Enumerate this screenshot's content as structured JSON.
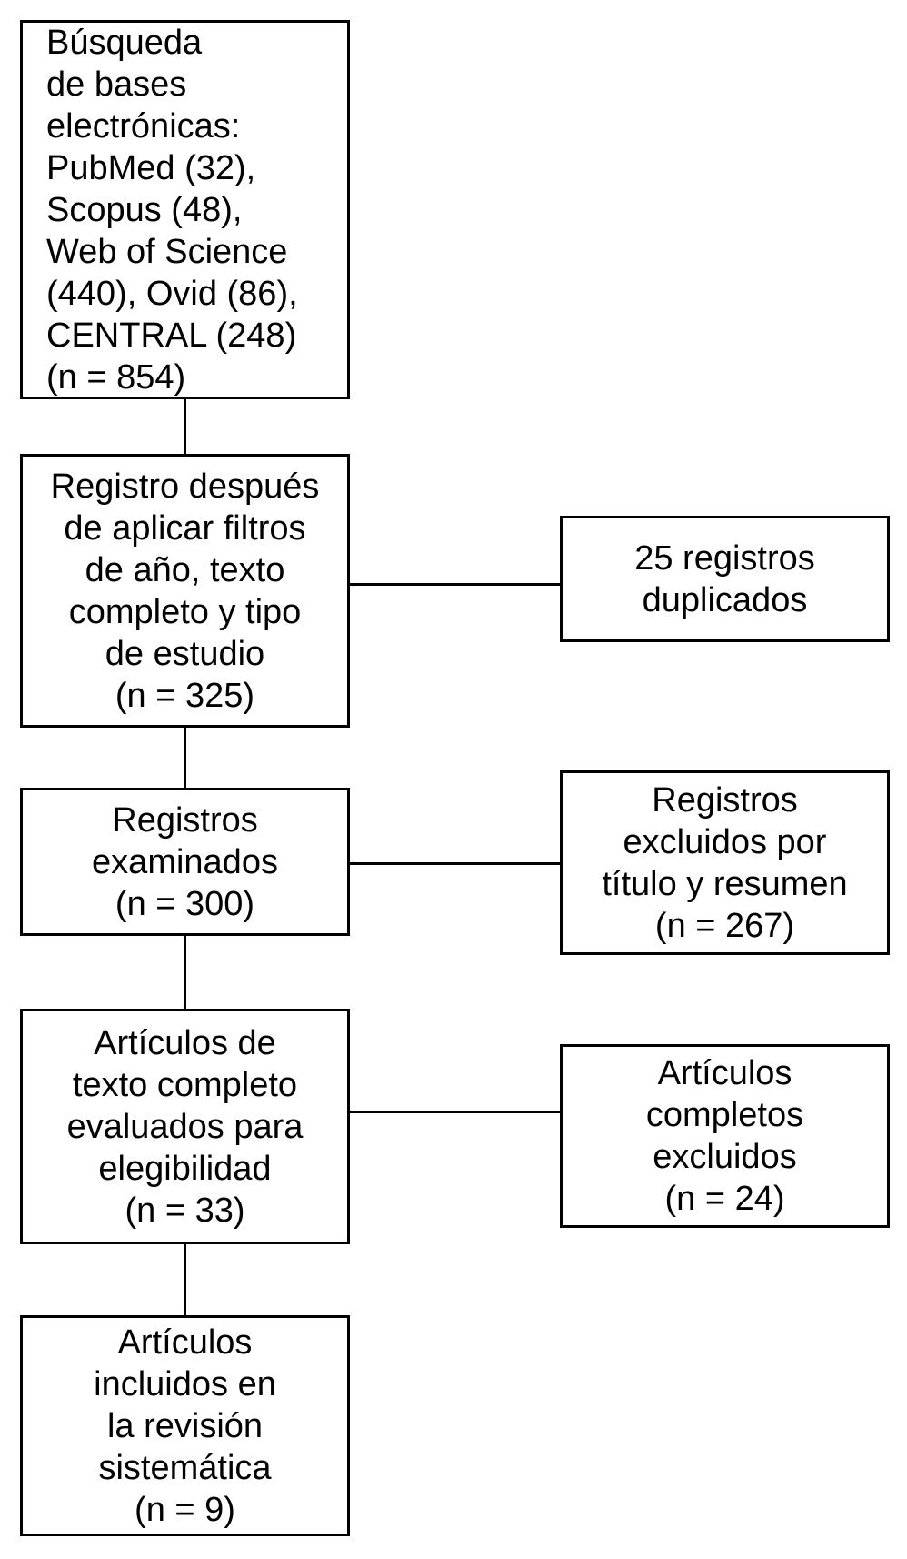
{
  "diagram": {
    "type": "prisma-flowchart",
    "colors": {
      "background": "#ffffff",
      "box_fill": "#ffffff",
      "box_border": "#000000",
      "text": "#000000",
      "connector": "#000000"
    },
    "main_boxes": [
      {
        "id": "search",
        "lines": [
          "Búsqueda",
          "de bases",
          "electrónicas:",
          "PubMed (32),",
          "Scopus (48),",
          "Web of Science",
          "(440), Ovid (86),",
          "CENTRAL (248)",
          "(n = 854)"
        ],
        "n": 854
      },
      {
        "id": "filters",
        "lines": [
          "Registro después",
          "de aplicar filtros",
          "de año, texto",
          "completo y tipo",
          "de estudio",
          "(n = 325)"
        ],
        "n": 325
      },
      {
        "id": "screened",
        "lines": [
          "Registros",
          "examinados",
          "(n = 300)"
        ],
        "n": 300
      },
      {
        "id": "fulltext",
        "lines": [
          "Artículos de",
          "texto completo",
          "evaluados para",
          "elegibilidad",
          "(n = 33)"
        ],
        "n": 33
      },
      {
        "id": "included",
        "lines": [
          "Artículos",
          "incluidos en",
          "la revisión",
          "sistemática",
          "(n = 9)"
        ],
        "n": 9
      }
    ],
    "side_boxes": [
      {
        "id": "duplicates",
        "lines": [
          "25 registros",
          "duplicados"
        ],
        "n": 25
      },
      {
        "id": "excluded_screen",
        "lines": [
          "Registros",
          "excluidos por",
          "título y resumen",
          "(n = 267)"
        ],
        "n": 267
      },
      {
        "id": "excluded_fulltext",
        "lines": [
          "Artículos",
          "completos",
          "excluidos",
          "(n = 24)"
        ],
        "n": 24
      }
    ]
  }
}
